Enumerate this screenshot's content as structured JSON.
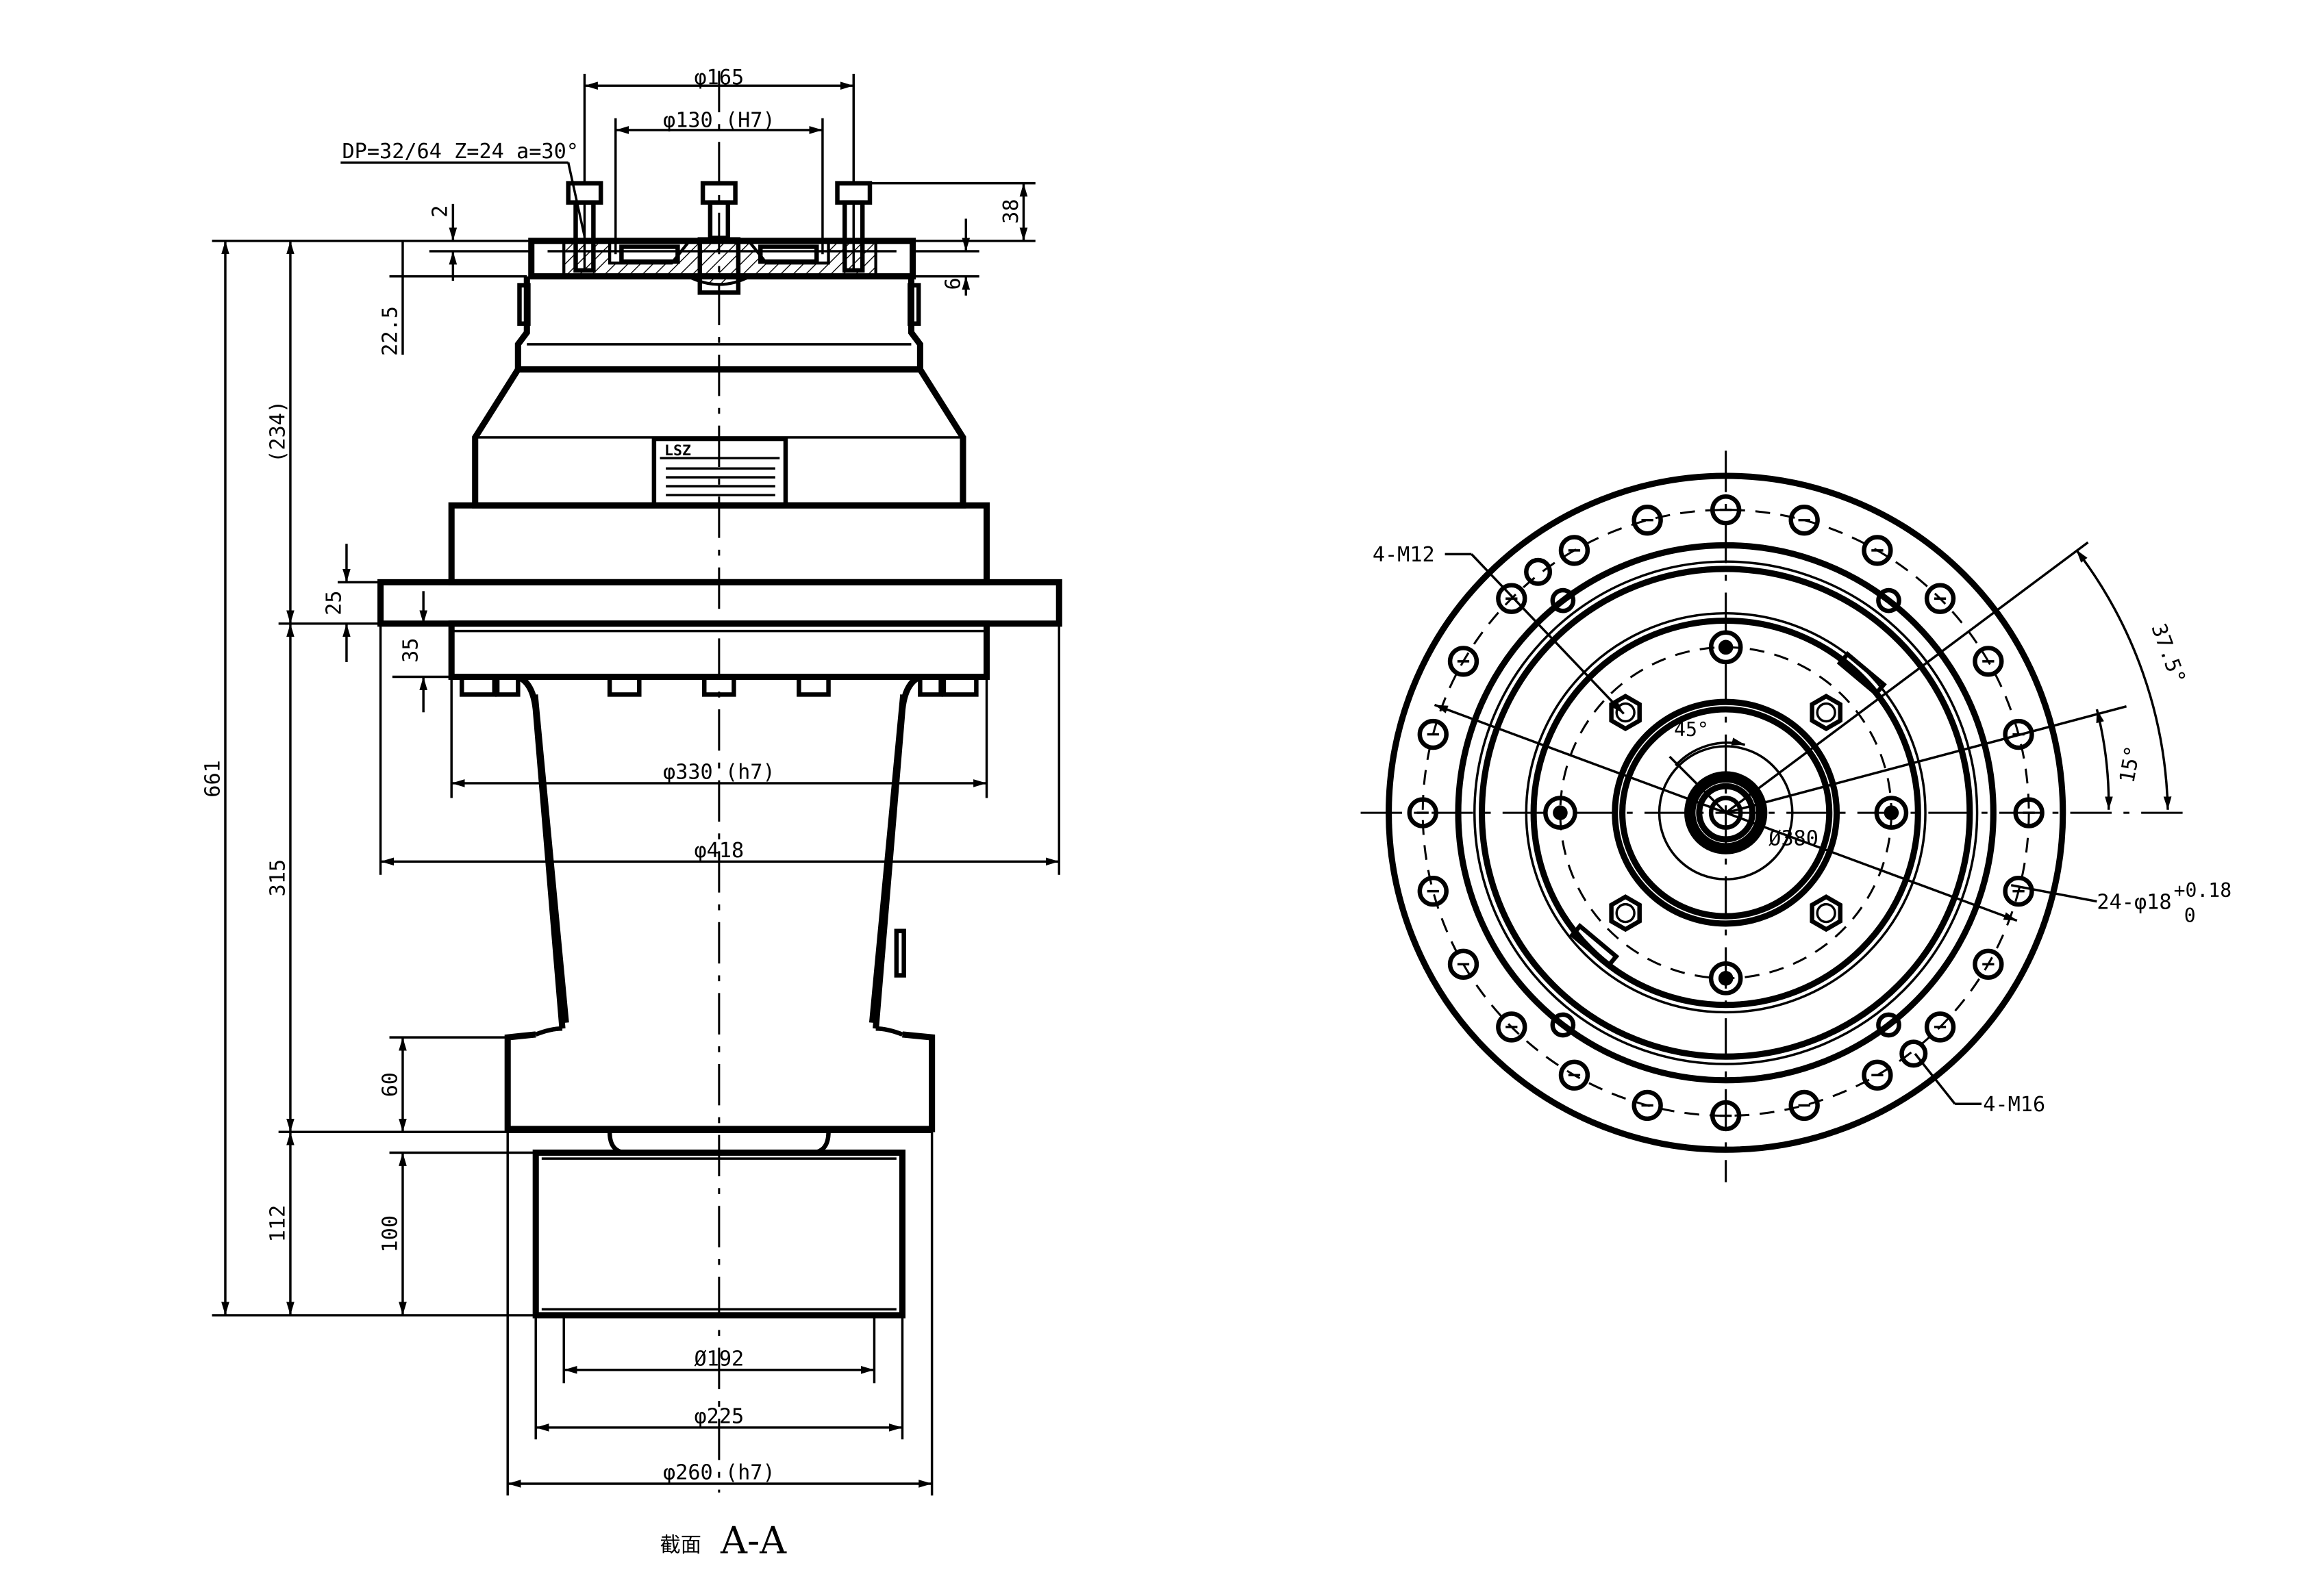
{
  "section_view": {
    "gear_spec": "DP=32/64 Z=24 a=30°",
    "dims": {
      "d165": "φ165",
      "d130": "φ130 (H7)",
      "d330": "φ330 (h7)",
      "d418": "φ418",
      "d192": "Ø192",
      "d225": "φ225",
      "d260": "φ260 (h7)",
      "v661": "661",
      "v234": "(234)",
      "v315": "315",
      "v112": "112",
      "v100": "100",
      "v60": "60",
      "v25": "25",
      "v35": "35",
      "v22_5": "22.5",
      "v2": "2",
      "v38": "38",
      "v6": "6"
    },
    "caption_cjk": "截面",
    "caption_id": "A-A",
    "nameplate_brand": "LSZ"
  },
  "end_view": {
    "labels": {
      "m12": "4-M12",
      "m16": "4-M16",
      "d380": "Ø380",
      "holes": "24-φ18",
      "tol_upper": "+0.18",
      "tol_lower": "0",
      "ang45": "45°",
      "ang15": "15°",
      "ang37_5": "37.5°"
    }
  }
}
